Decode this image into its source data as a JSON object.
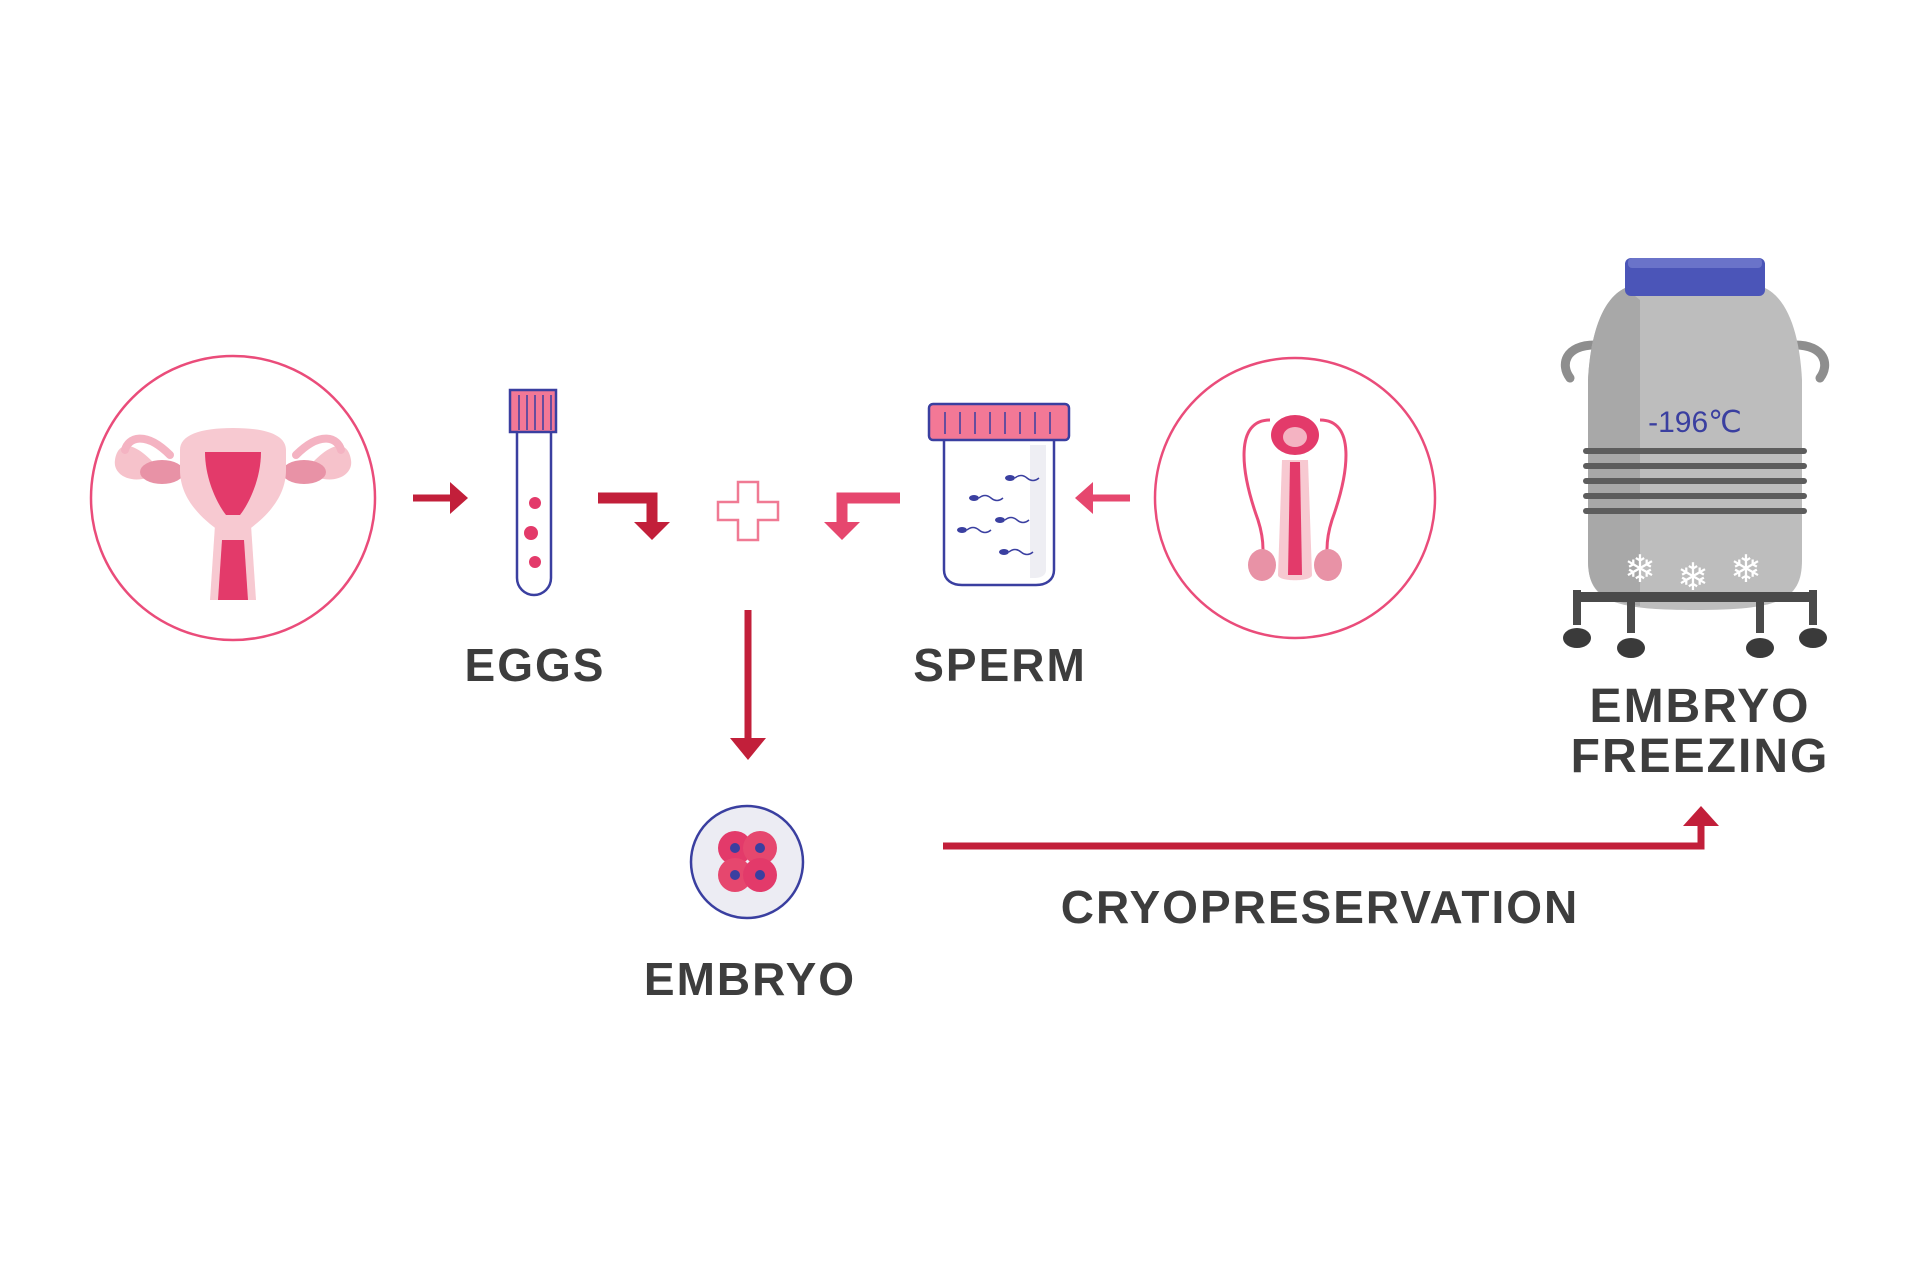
{
  "labels": {
    "eggs": "EGGS",
    "sperm": "SPERM",
    "embryo": "EMBRYO",
    "cryopreservation": "CRYOPRESERVATION",
    "freezing_line1": "EMBRYO",
    "freezing_line2": "FREEZING",
    "temperature": "-196℃"
  },
  "icons": {
    "female": "uterus-icon",
    "eggs": "test-tube-icon",
    "plus": "plus-icon",
    "sperm": "sperm-cup-icon",
    "male": "male-anatomy-icon",
    "embryo": "embryo-icon",
    "tank": "cryo-tank-icon"
  },
  "colors": {
    "dark_red": "#c21f3a",
    "pink": "#e6476e",
    "light_pink": "#f4b3c2",
    "circle_border": "#ea4c7a",
    "navy": "#3a3fa0",
    "tank_gray": "#b9b9b9",
    "lid_blue": "#4b55b8",
    "text": "#3d3d3d"
  }
}
